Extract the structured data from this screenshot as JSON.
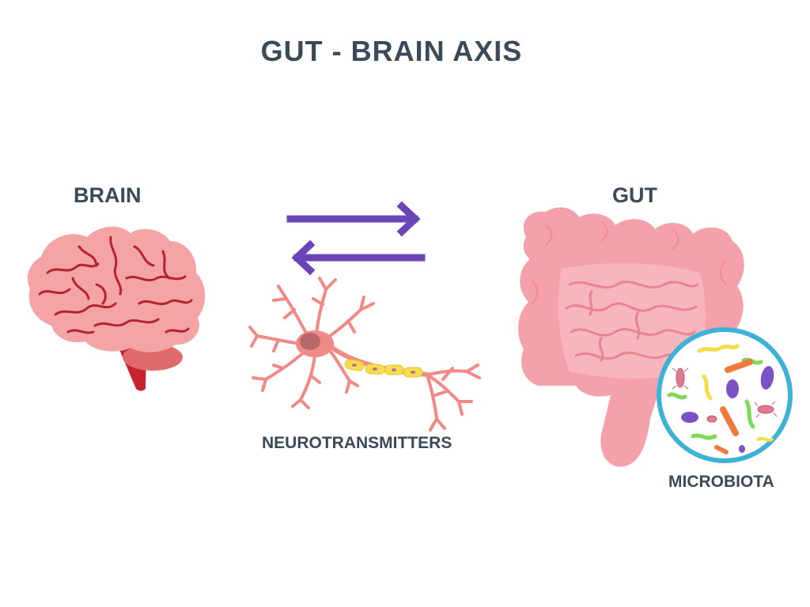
{
  "title": "GUT - BRAIN AXIS",
  "labels": {
    "brain": "BRAIN",
    "gut": "GUT",
    "neurotransmitters": "NEUROTRANSMITTERS",
    "microbiota": "MICROBIOTA"
  },
  "colors": {
    "text": "#3a4a58",
    "brain_fill": "#f4a4a4",
    "brain_lines": "#b5232e",
    "brainstem": "#c6232f",
    "cerebellum": "#e06b6e",
    "arrows": "#6b45b8",
    "neuron": "#f18a86",
    "neuron_nucleus": "#b86a6a",
    "myelin": "#f5dc4b",
    "gut_fill": "#f4a1ab",
    "gut_inner": "#f7b5bd",
    "gut_lines": "#e8848f",
    "microbiota_ring": "#3eb2d6"
  },
  "icons": {
    "brain": "brain-icon",
    "arrows": "bidirectional-arrows-icon",
    "neuron": "neuron-icon",
    "gut": "intestine-icon",
    "microbiota": "microbiota-circle-icon"
  }
}
